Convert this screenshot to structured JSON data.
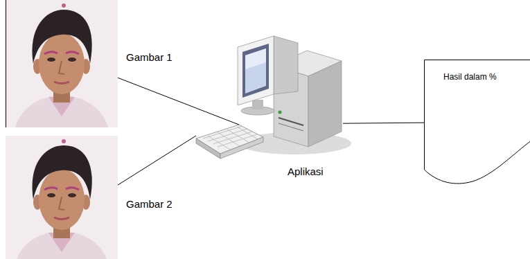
{
  "diagram": {
    "nodes": [
      {
        "text": [
          "Gambar 1"
        ]
      },
      {
        "text": [
          "Gambar 2"
        ]
      },
      {
        "text": [
          "Aplikasi"
        ]
      },
      {
        "text": [
          "Hasil dalam %"
        ]
      }
    ],
    "edges": [
      {
        "from": 0,
        "to": 2,
        "arrow": "none"
      },
      {
        "from": 1,
        "to": 2,
        "arrow": "none"
      },
      {
        "from": 2,
        "to": 3,
        "arrow": "none"
      }
    ]
  }
}
